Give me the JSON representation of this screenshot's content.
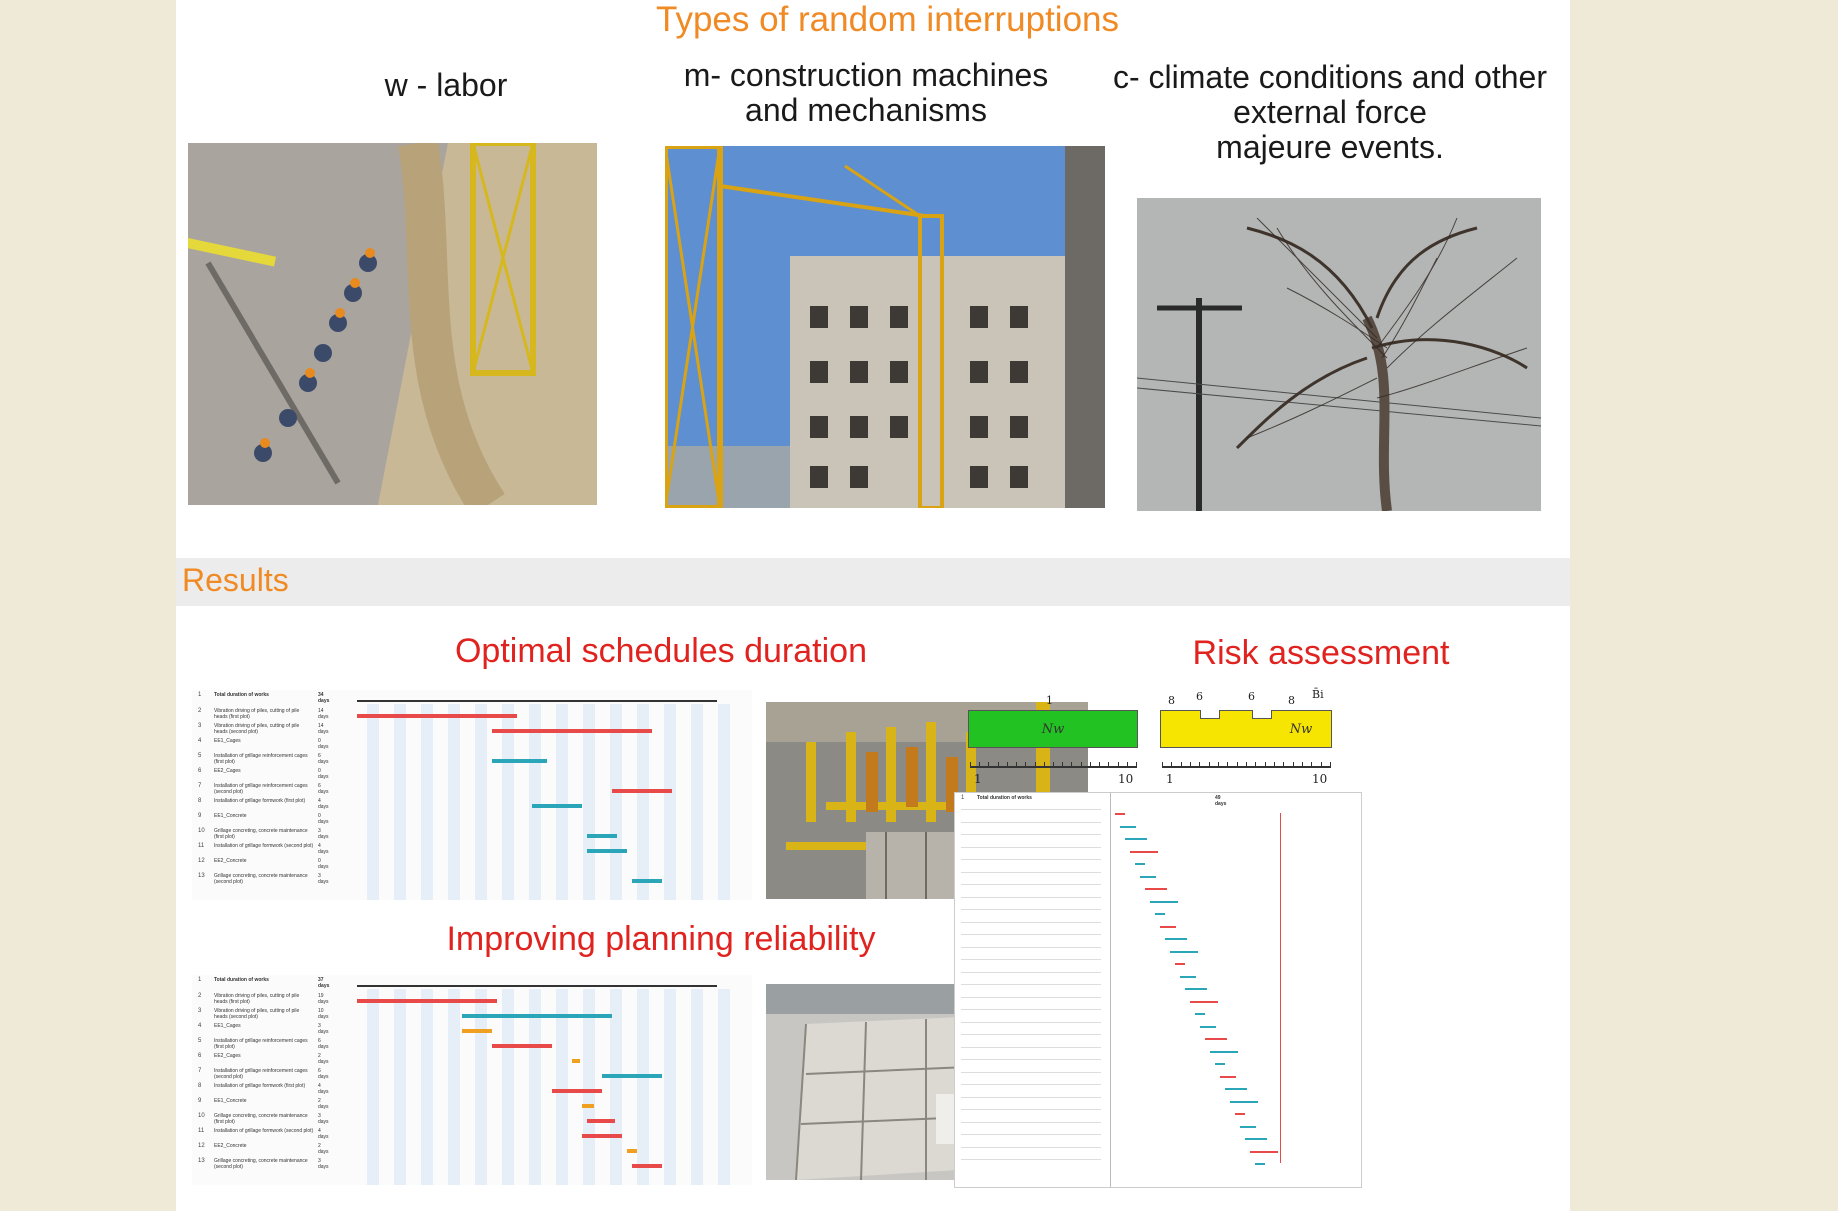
{
  "section1": {
    "title": "Types of random interruptions",
    "caption_labor": "w - labor",
    "caption_machines_line1": "m- construction machines",
    "caption_machines_line2": "and mechanisms",
    "caption_climate_line1": "c- climate conditions and other",
    "caption_climate_line2": "external force",
    "caption_climate_line3": "majeure events."
  },
  "results": {
    "heading": "Results",
    "optimal_title": "Optimal schedules duration",
    "risk_title": "Risk assessment",
    "reliability_title": "Improving planning reliability"
  },
  "gantt1": {
    "total_label": "Total duration of works",
    "total_value": "34 days",
    "rows": [
      {
        "n": "2",
        "t": "Vibration driving of piles, cutting of pile heads (first plot)",
        "d": "14 days"
      },
      {
        "n": "3",
        "t": "Vibration driving of piles, cutting of pile heads (second plot)",
        "d": "14 days"
      },
      {
        "n": "4",
        "t": "EE1_Cages",
        "d": "0 days"
      },
      {
        "n": "5",
        "t": "Installation of grillage reinforcement cages (first plot)",
        "d": "6 days"
      },
      {
        "n": "6",
        "t": "EE2_Cages",
        "d": "0 days"
      },
      {
        "n": "7",
        "t": "Installation of grillage reinforcement cages (second plot)",
        "d": "6 days"
      },
      {
        "n": "8",
        "t": "Installation of grillage formwork (first plot)",
        "d": "4 days"
      },
      {
        "n": "9",
        "t": "EE1_Concrete",
        "d": "0 days"
      },
      {
        "n": "10",
        "t": "Grillage concreting, concrete maintenance (first plot)",
        "d": "3 days"
      },
      {
        "n": "11",
        "t": "Installation of grillage formwork (second plot)",
        "d": "4 days"
      },
      {
        "n": "12",
        "t": "EE2_Concrete",
        "d": "0 days"
      },
      {
        "n": "13",
        "t": "Grillage concreting, concrete maintenance (second plot)",
        "d": "3 days"
      }
    ]
  },
  "gantt2": {
    "total_label": "Total duration of works",
    "total_value": "37 days",
    "rows": [
      {
        "n": "2",
        "t": "Vibration driving of piles, cutting of pile heads (first plot)",
        "d": "19 days"
      },
      {
        "n": "3",
        "t": "Vibration driving of piles, cutting of pile heads (second plot)",
        "d": "10 days"
      },
      {
        "n": "4",
        "t": "EE1_Cages",
        "d": "3 days"
      },
      {
        "n": "5",
        "t": "Installation of grillage reinforcement cages (first plot)",
        "d": "6 days"
      },
      {
        "n": "6",
        "t": "EE2_Cages",
        "d": "2 days"
      },
      {
        "n": "7",
        "t": "Installation of grillage reinforcement cages (second plot)",
        "d": "6 days"
      },
      {
        "n": "8",
        "t": "Installation of grillage formwork (first plot)",
        "d": "4 days"
      },
      {
        "n": "9",
        "t": "EE1_Concrete",
        "d": "2 days"
      },
      {
        "n": "10",
        "t": "Grillage concreting, concrete maintenance (first plot)",
        "d": "3 days"
      },
      {
        "n": "11",
        "t": "Installation of grillage formwork (second plot)",
        "d": "4 days"
      },
      {
        "n": "12",
        "t": "EE2_Concrete",
        "d": "2 days"
      },
      {
        "n": "13",
        "t": "Grillage concreting, concrete maintenance (second plot)",
        "d": "3 days"
      }
    ]
  },
  "risk_diagram": {
    "left_top": "1",
    "left_label": "Nw",
    "right_top_a": "8",
    "right_top_b": "6",
    "right_top_c": "6",
    "right_top_d": "8",
    "right_top_e": "B̄i",
    "right_label": "Nw",
    "scale_start": "1",
    "scale_end": "10",
    "colors": {
      "green": "#22c222",
      "yellow": "#f5e500"
    }
  },
  "gantt3": {
    "total_label": "Total duration of works",
    "total_value": "49 days"
  }
}
